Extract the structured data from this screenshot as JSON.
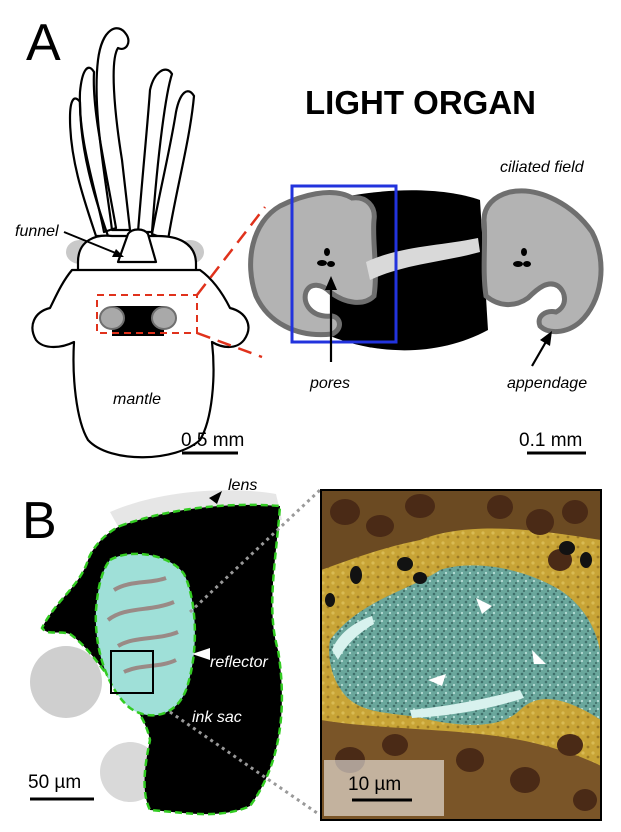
{
  "panels": {
    "a": {
      "letter": "A",
      "title": "LIGHT ORGAN",
      "labels": {
        "funnel": "funnel",
        "mantle": "mantle",
        "ciliated_field": "ciliated field",
        "pores": "pores",
        "appendage": "appendage"
      },
      "scalebars": {
        "left": "0.5 mm",
        "right": "0.1 mm"
      }
    },
    "b": {
      "letter": "B",
      "labels": {
        "lens": "lens",
        "reflector": "reflector",
        "ink_sac": "ink sac"
      },
      "scalebars": {
        "left": "50 µm",
        "right": "10 µm"
      }
    }
  },
  "colors": {
    "organ_tissue": "#b3b3b3",
    "organ_edge": "#6f6f6f",
    "ink": "#000000",
    "highlight_box": "#2233dd",
    "zoom_lines": "#e0321c",
    "dashed_outline": "#33cc22",
    "reflector_fill": "#9fe0d8",
    "micrograph_gold": "#c8a436",
    "micrograph_teal": "#6aa79c",
    "micrograph_brown": "#6b3a1c"
  }
}
